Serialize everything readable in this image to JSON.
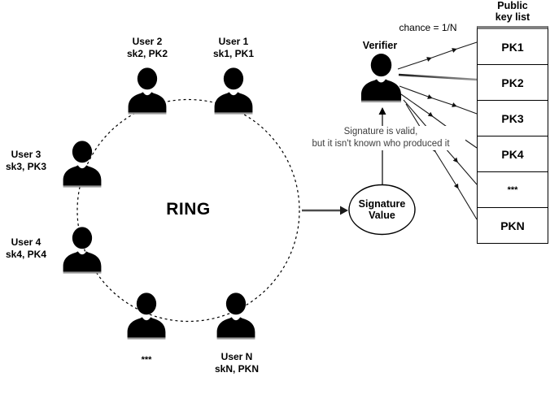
{
  "diagram": {
    "ring": {
      "label": "RING",
      "users": [
        {
          "name": "User 2",
          "keys": "sk2, PK2"
        },
        {
          "name": "User 1",
          "keys": "sk1, PK1"
        },
        {
          "name": "User 3",
          "keys": "sk3, PK3"
        },
        {
          "name": "User 4",
          "keys": "sk4, PK4"
        },
        {
          "name": "***",
          "keys": ""
        },
        {
          "name": "User N",
          "keys": "skN, PKN"
        }
      ]
    },
    "signature_value": {
      "line1": "Signature",
      "line2": "Value"
    },
    "verifier": {
      "label": "Verifier",
      "chance": "chance = 1/N"
    },
    "note": {
      "line1": "Signature is valid,",
      "line2": "but it isn't known who produced it"
    },
    "public_key_list": {
      "title_line1": "Public",
      "title_line2": "key list",
      "keys": [
        "PK1",
        "PK2",
        "PK3",
        "PK4",
        "***",
        "PKN"
      ]
    },
    "colors": {
      "ink": "#000000",
      "note_text": "#3d3d3d",
      "arrow_gray": "#4d4d4d",
      "table_header_bar": "#7f7f7f"
    }
  }
}
